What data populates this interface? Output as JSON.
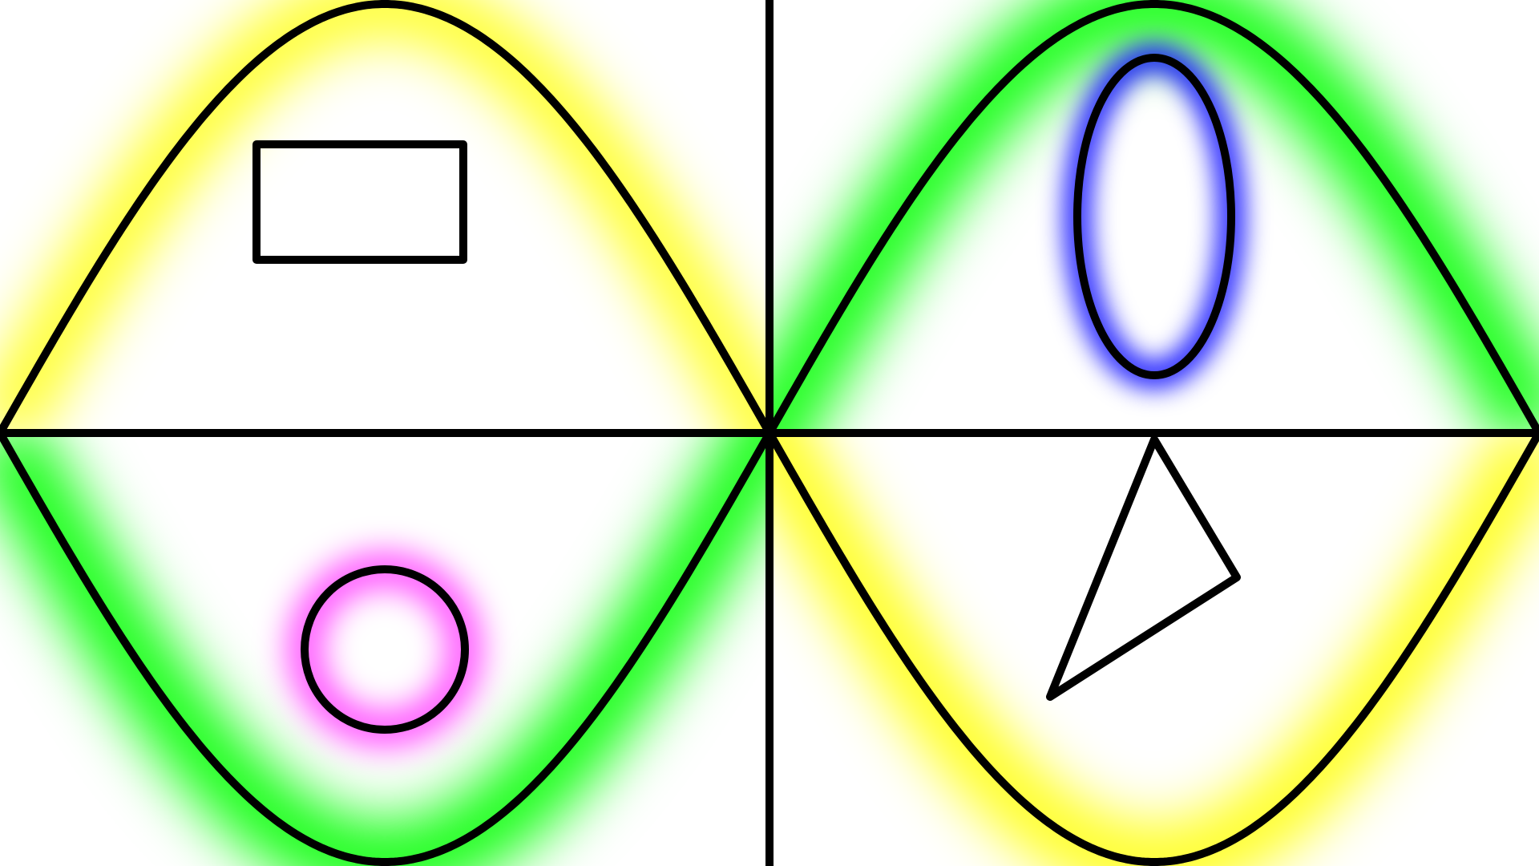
{
  "colors": {
    "background": "#ffffff",
    "outline": "#000000",
    "yellow_glow": "#ffff00",
    "green_glow": "#00ff00",
    "magenta_glow": "#ff00ff",
    "blue_glow": "#0000ff"
  },
  "shapes": [
    {
      "name": "rectangle",
      "glow": "none"
    },
    {
      "name": "circle",
      "glow": "magenta"
    },
    {
      "name": "ellipse",
      "glow": "blue"
    },
    {
      "name": "triangle",
      "glow": "none"
    }
  ]
}
